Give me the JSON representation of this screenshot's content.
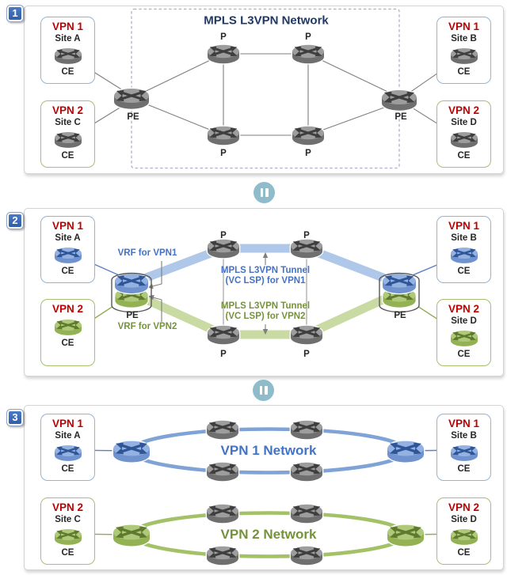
{
  "colors": {
    "red": "#C00000",
    "navy": "#1F3864",
    "blue_text": "#4472C4",
    "green_text": "#76923C",
    "band_blue": "#AFC7E8",
    "band_green": "#C9DAA3",
    "ring_blue": "#7FA3D6",
    "ring_green": "#A3C268",
    "line_blue": "#5B82C6",
    "line_green": "#8FAE53",
    "line_gray": "#7F7F7F",
    "dashed_border": "#B5ACCB",
    "border_blue": "#95B3D7",
    "border_green": "#A5C16B",
    "separator": "#8FBCCB"
  },
  "icons": {
    "separator": "pause-icon",
    "router": "router-icon"
  },
  "badges": [
    "1",
    "2",
    "3"
  ],
  "panel1": {
    "title": "MPLS L3VPN Network",
    "boxes": {
      "site_a": {
        "vpn": "VPN 1",
        "site": "Site A",
        "device": "CE"
      },
      "site_c": {
        "vpn": "VPN 2",
        "site": "Site C",
        "device": "CE"
      },
      "site_b": {
        "vpn": "VPN 1",
        "site": "Site B",
        "device": "CE"
      },
      "site_d": {
        "vpn": "VPN 2",
        "site": "Site D",
        "device": "CE"
      }
    },
    "router_labels": {
      "pe_left": "PE",
      "pe_right": "PE",
      "p_top_left": "P",
      "p_top_right": "P",
      "p_bottom_left": "P",
      "p_bottom_right": "P"
    }
  },
  "panel2": {
    "boxes": {
      "site_a": {
        "vpn": "VPN 1",
        "site": "Site A",
        "device": "CE"
      },
      "site_c": {
        "vpn": "VPN 2",
        "site": "Site C",
        "device": "CE"
      },
      "site_b": {
        "vpn": "VPN 1",
        "site": "Site B",
        "device": "CE"
      },
      "site_d": {
        "vpn": "VPN 2",
        "site": "Site D",
        "device": "CE"
      }
    },
    "vrf_vpn1": "VRF for VPN1",
    "vrf_vpn2": "VRF for VPN2",
    "tunnel1_line1": "MPLS L3VPN Tunnel",
    "tunnel1_line2": "(VC LSP) for VPN1",
    "tunnel2_line1": "MPLS L3VPN Tunnel",
    "tunnel2_line2": "(VC LSP) for VPN2",
    "router_labels": {
      "pe_left": "PE",
      "pe_right": "PE",
      "p_top_left": "P",
      "p_top_right": "P",
      "p_bottom_left": "P",
      "p_bottom_right": "P"
    }
  },
  "panel3": {
    "boxes": {
      "site_a": {
        "vpn": "VPN 1",
        "site": "Site A",
        "device": "CE"
      },
      "site_c": {
        "vpn": "VPN 2",
        "site": "Site C",
        "device": "CE"
      },
      "site_b": {
        "vpn": "VPN 1",
        "site": "Site B",
        "device": "CE"
      },
      "site_d": {
        "vpn": "VPN 2",
        "site": "Site D",
        "device": "CE"
      }
    },
    "vpn1_network": "VPN 1 Network",
    "vpn2_network": "VPN 2 Network"
  }
}
